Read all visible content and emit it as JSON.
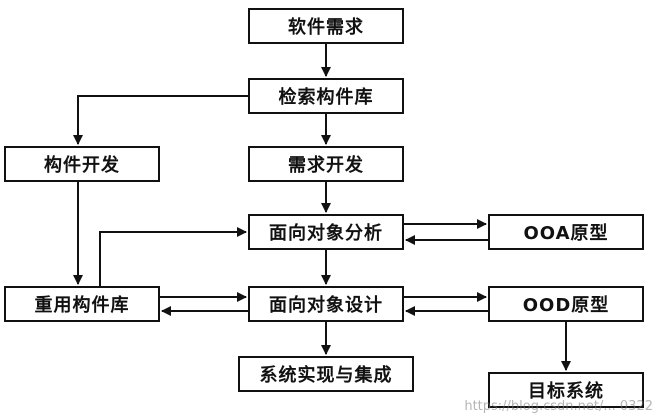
{
  "diagram": {
    "nodes": {
      "software_requirements": "软件需求",
      "search_component_library": "检索构件库",
      "component_development": "构件开发",
      "requirements_development": "需求开发",
      "object_oriented_analysis": "面向对象分析",
      "ooa_prototype": "OOA原型",
      "reuse_component_library": "重用构件库",
      "object_oriented_design": "面向对象设计",
      "ood_prototype": "OOD原型",
      "system_implementation_integration": "系统实现与集成",
      "target_system": "目标系统"
    },
    "watermark": "https://blog.csdn.net/... 0322"
  },
  "colors": {
    "line": "#111111",
    "background": "#ffffff"
  }
}
